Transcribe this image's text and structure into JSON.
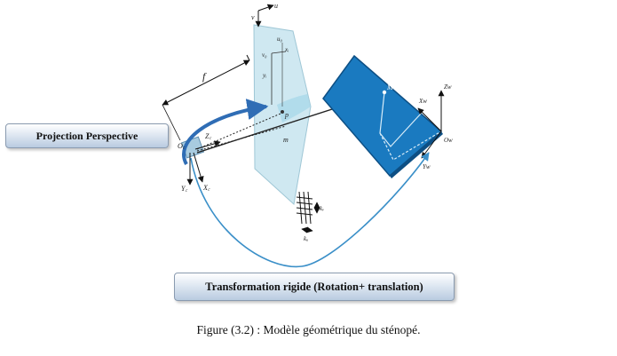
{
  "labels": {
    "projection": "Projection Perspective",
    "transformation": "Transformation rigide (Rotation+ translation)"
  },
  "caption": "Figure (3.2) : Modèle géométrique du sténopé.",
  "symbols": {
    "f": "f",
    "u": "u",
    "v": "v",
    "u0": "u₀",
    "v0": "v₀",
    "xi": "xᵢ",
    "yi": "yᵢ",
    "p": "p",
    "m": "m",
    "oc": "O꜀",
    "zc": "Z꜀",
    "yc": "Y꜀",
    "xc": "X꜀",
    "M": "M",
    "xw": "Xw",
    "yw": "Yw",
    "zw": "Zw",
    "ow": "Ow",
    "ku": "kᵤ",
    "kv": "kᵥ"
  },
  "colors": {
    "image_plane": "#bfe0ea",
    "world_plane": "#1a7ac0",
    "curve": "#3a8fc8",
    "arrow_blue": "#2f6db5"
  }
}
